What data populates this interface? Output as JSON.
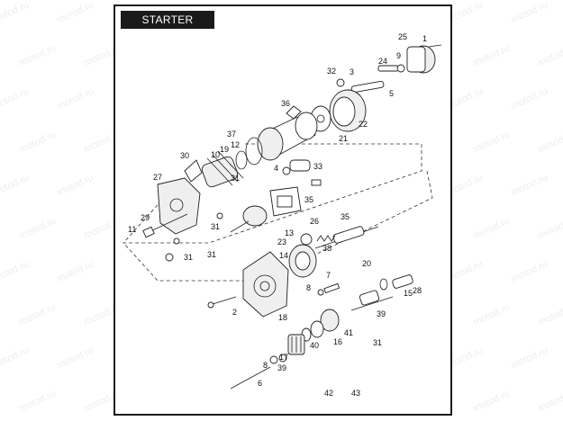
{
  "title": "STARTER MOTOR",
  "watermark_text": "motod.ru",
  "callouts": [
    "1",
    "2",
    "3",
    "4",
    "5",
    "6",
    "7",
    "8",
    "8",
    "9",
    "10",
    "11",
    "12",
    "13",
    "14",
    "15",
    "16",
    "17",
    "18",
    "19",
    "20",
    "21",
    "22",
    "23",
    "24",
    "25",
    "26",
    "27",
    "28",
    "29",
    "30",
    "31",
    "31",
    "31",
    "31",
    "31",
    "32",
    "33",
    "35",
    "35",
    "36",
    "37",
    "38",
    "39",
    "39",
    "40",
    "41",
    "42",
    "43"
  ],
  "colors": {
    "ink": "#1a1a1a",
    "paper": "#ffffff"
  }
}
